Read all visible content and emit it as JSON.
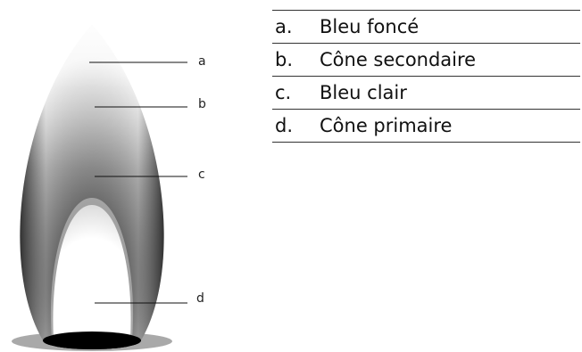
{
  "callouts": [
    {
      "letter": "a"
    },
    {
      "letter": "b"
    },
    {
      "letter": "c"
    },
    {
      "letter": "d"
    }
  ],
  "legend": [
    {
      "key": "a.",
      "label": "Bleu foncé"
    },
    {
      "key": "b.",
      "label": "Cône secondaire"
    },
    {
      "key": "c.",
      "label": "Bleu clair"
    },
    {
      "key": "d.",
      "label": "Cône primaire"
    }
  ]
}
